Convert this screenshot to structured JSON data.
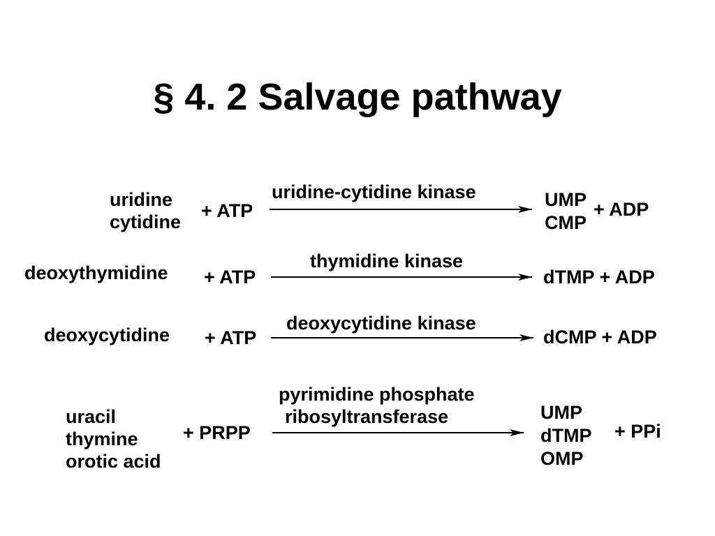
{
  "slide": {
    "title": "§  4. 2   Salvage pathway"
  },
  "reactions": [
    {
      "substrates": [
        "uridine",
        "cytidine"
      ],
      "cosubstrate": "+ ATP",
      "enzyme": [
        "uridine-cytidine kinase"
      ],
      "products": [
        "UMP",
        "CMP"
      ],
      "byproduct": "+ ADP"
    },
    {
      "substrates": [
        "deoxythymidine"
      ],
      "cosubstrate": "+ ATP",
      "enzyme": [
        "thymidine kinase"
      ],
      "products": [
        "dTMP + ADP"
      ]
    },
    {
      "substrates": [
        "deoxycytidine"
      ],
      "cosubstrate": "+ ATP",
      "enzyme": [
        "deoxycytidine kinase"
      ],
      "products": [
        "dCMP + ADP"
      ]
    },
    {
      "substrates": [
        "uracil",
        "thymine",
        "orotic acid"
      ],
      "cosubstrate": "+ PRPP",
      "enzyme": [
        "pyrimidine phosphate",
        "ribosyltransferase"
      ],
      "products": [
        "UMP",
        "dTMP",
        "OMP"
      ],
      "byproduct": "+ PPi"
    }
  ],
  "colors": {
    "text": "#000000",
    "background": "#ffffff",
    "arrow": "#000000"
  }
}
